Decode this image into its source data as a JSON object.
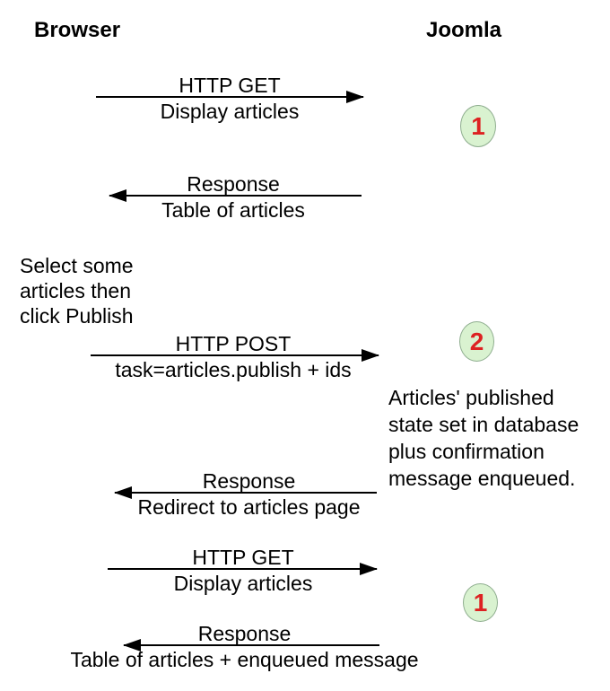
{
  "actors": {
    "left": "Browser",
    "right": "Joomla"
  },
  "colors": {
    "background": "#ffffff",
    "line": "#000000",
    "text": "#000000",
    "step_fill": "#d9f2d0",
    "step_border": "#8fae8f",
    "step_number": "#dd2222"
  },
  "messages": [
    {
      "direction": "right",
      "label_top": "HTTP GET",
      "label_bottom": "Display articles"
    },
    {
      "direction": "left",
      "label_top": "Response",
      "label_bottom": "Table of articles"
    },
    {
      "direction": "right",
      "label_top": "HTTP POST",
      "label_bottom": "task=articles.publish + ids"
    },
    {
      "direction": "left",
      "label_top": "Response",
      "label_bottom": "Redirect to articles page"
    },
    {
      "direction": "right",
      "label_top": "HTTP GET",
      "label_bottom": "Display articles"
    },
    {
      "direction": "left",
      "label_top": "Response",
      "label_bottom": "Table of articles + enqueued message"
    }
  ],
  "steps": [
    {
      "number": "1"
    },
    {
      "number": "2"
    },
    {
      "number": "1"
    }
  ],
  "notes": [
    {
      "lines": [
        "Select some",
        "articles then",
        "click Publish"
      ]
    },
    {
      "lines": [
        "Articles' published",
        "state set in database",
        "plus confirmation",
        "message enqueued."
      ]
    }
  ]
}
